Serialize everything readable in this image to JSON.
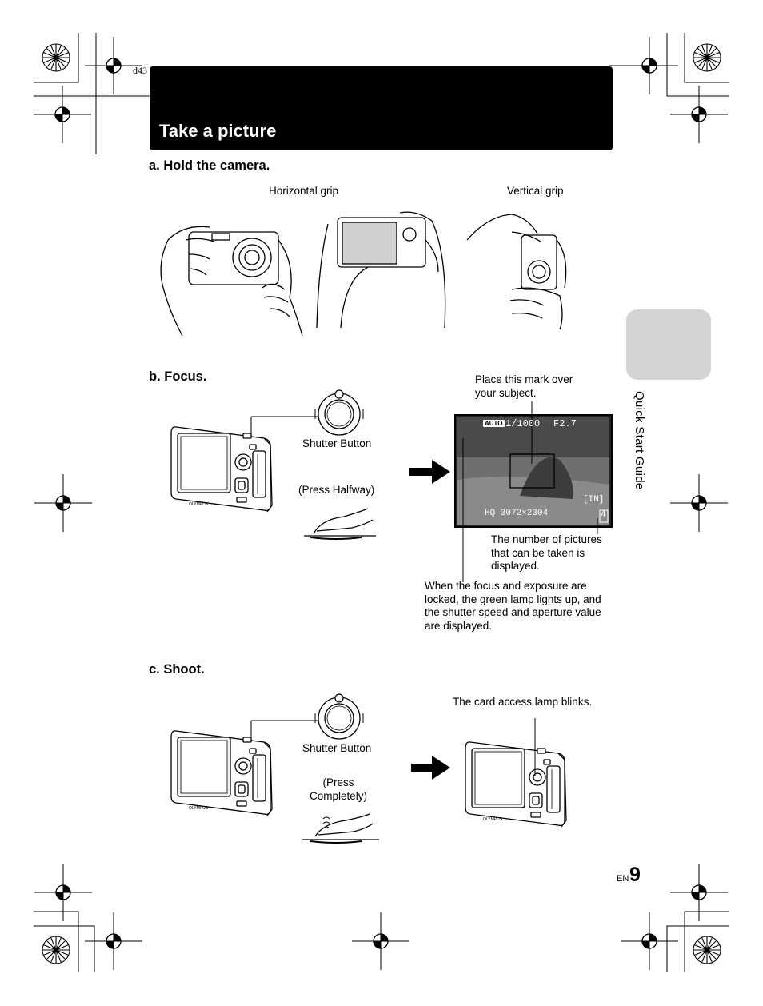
{
  "header": {
    "doc_code": "d43",
    "title": "Take a picture"
  },
  "side_tab": {
    "label": "Quick Start Guide"
  },
  "sections": {
    "a": {
      "heading": "a.  Hold the camera.",
      "horizontal_label": "Horizontal grip",
      "vertical_label": "Vertical grip"
    },
    "b": {
      "heading": "b.  Focus.",
      "shutter_label": "Shutter Button",
      "press_label": "(Press Halfway)",
      "mark_note_1": "Place this mark over",
      "mark_note_2": "your subject.",
      "count_note_1": "The number of pictures",
      "count_note_2": "that can be taken is",
      "count_note_3": "displayed.",
      "lock_note_1": "When the focus and exposure are",
      "lock_note_2": "locked, the green lamp lights up, and",
      "lock_note_3": "the shutter speed and aperture value",
      "lock_note_4": "are displayed.",
      "lcd": {
        "mode": "AUTO",
        "shutter": "1/1000",
        "aperture": "F2.7",
        "resolution": "HQ 3072×2304",
        "memory": "[IN]",
        "shots": "4"
      }
    },
    "c": {
      "heading": "c.  Shoot.",
      "shutter_label": "Shutter Button",
      "press_label_1": "(Press",
      "press_label_2": "Completely)",
      "lamp_note": "The card access lamp blinks."
    }
  },
  "footer": {
    "lang": "EN",
    "page": "9"
  }
}
